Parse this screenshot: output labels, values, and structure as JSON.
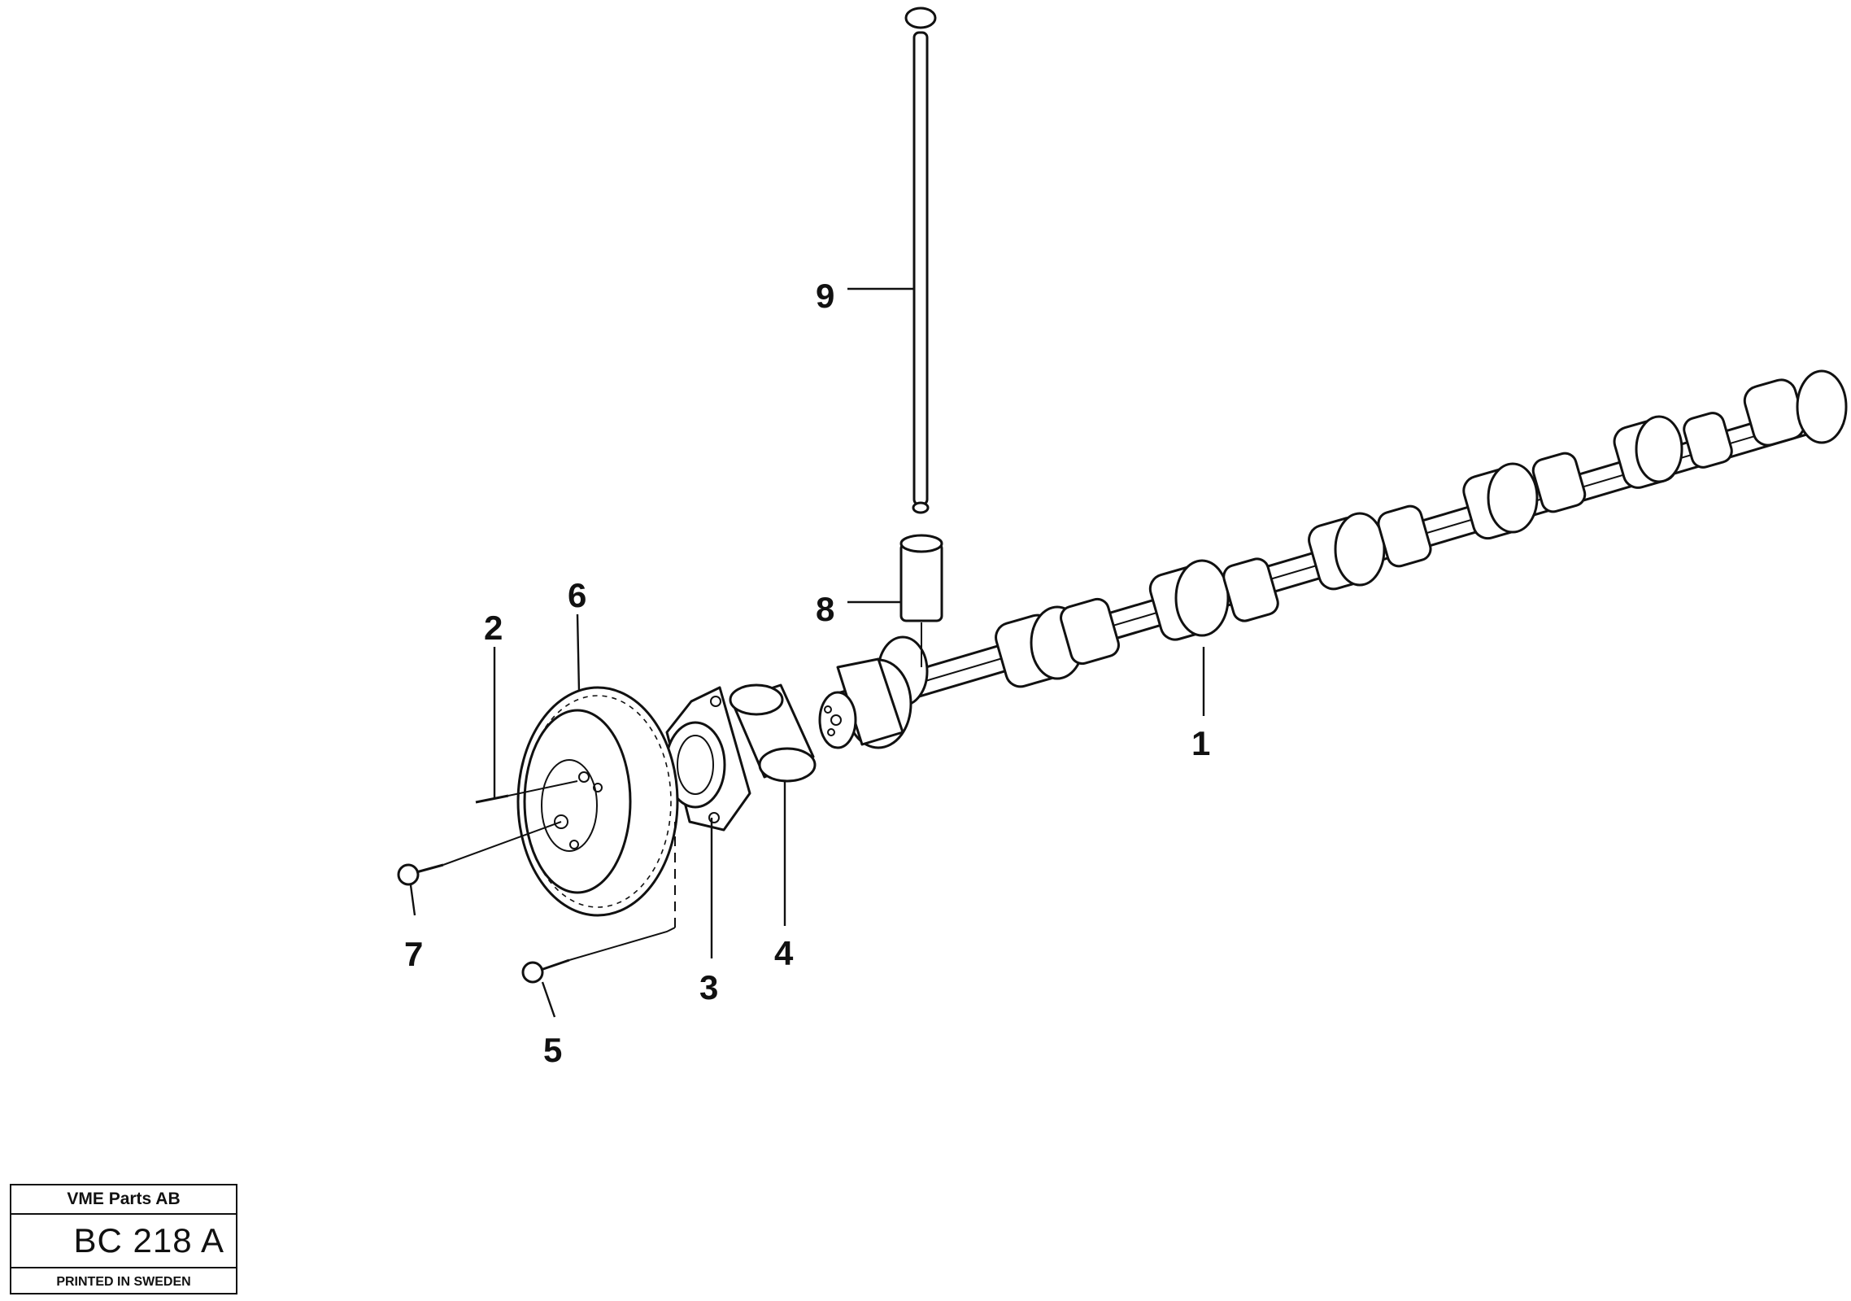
{
  "callouts": {
    "c1": "1",
    "c2": "2",
    "c3": "3",
    "c4": "4",
    "c5": "5",
    "c6": "6",
    "c7": "7",
    "c8": "8",
    "c9": "9"
  },
  "title_block": {
    "company": "VME Parts AB",
    "code": "BC 218 A",
    "printed": "PRINTED IN SWEDEN"
  }
}
